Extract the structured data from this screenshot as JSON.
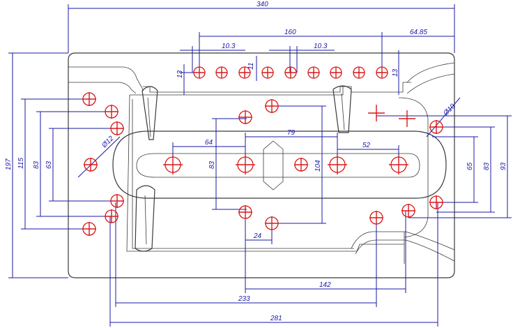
{
  "colors": {
    "outline": "#3a3a3a",
    "dimension": "#1a1aa6",
    "hole": "#d81818",
    "background": "#ffffff"
  },
  "dimensions": {
    "overall_width": "340",
    "overall_height": "197",
    "top_hole_spacing_row": "160",
    "top_pitch_left": "10.3",
    "top_pitch_right": "10.3",
    "top_right_offset": "64.85",
    "top_offset_11": "11",
    "top_left_13": "13",
    "top_right_13": "13",
    "left_115": "115",
    "left_83": "83",
    "left_63": "63",
    "dia_12_left": "Ø12",
    "dia_10_right": "Ø10",
    "center_79": "79",
    "center_64": "64",
    "center_52": "52",
    "center_83": "83",
    "center_104": "104",
    "center_24": "24",
    "right_65": "65",
    "right_83": "83",
    "right_93": "93",
    "bottom_142": "142",
    "bottom_233": "233",
    "bottom_281": "281"
  }
}
